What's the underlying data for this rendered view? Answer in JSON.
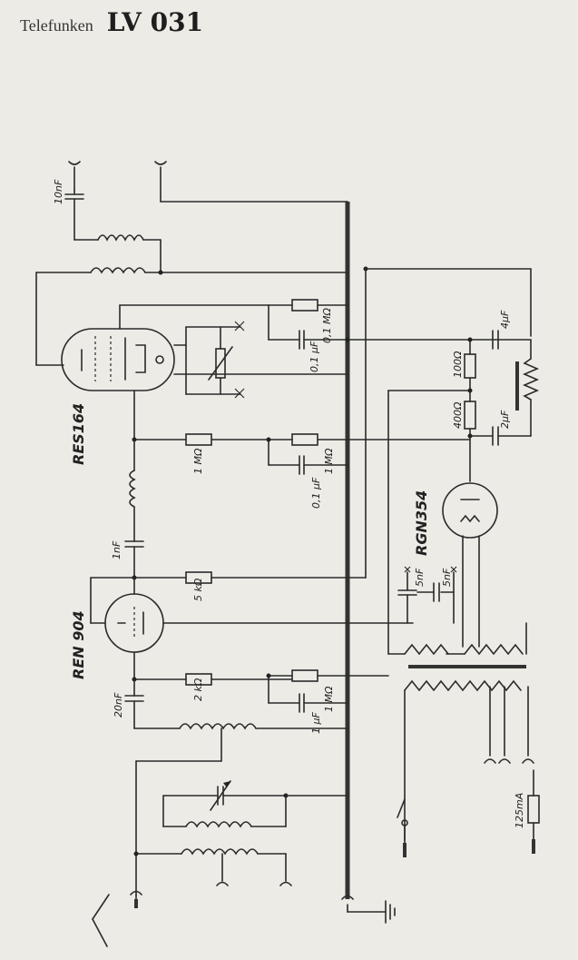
{
  "header": {
    "brand": "Telefunken",
    "model": "LV 031"
  },
  "tubes": {
    "t1": "RES164",
    "t2": "REN 904",
    "t3": "RGN354"
  },
  "labels": {
    "c_10nF": "10nF",
    "c_1nF": "1nF",
    "c_20nF": "20nF",
    "c_4uF": "4µF",
    "c_2uF": "2µF",
    "r_100": "100Ω",
    "r_400": "400Ω",
    "r_1M_top": "0,1 MΩ",
    "c_01_top": "0,1 µF",
    "r_1M_mid": "1 MΩ",
    "c_01_mid": "0,1 µF",
    "r_1M_left": "1 MΩ",
    "r_5k": "5 kΩ",
    "r_2k": "2 kΩ",
    "r_1M_low": "1 MΩ",
    "c_1uF_low": "1 µF",
    "c_5nF_a": "5nF",
    "c_5nF_b": "5nF",
    "fuse": "125mA"
  }
}
